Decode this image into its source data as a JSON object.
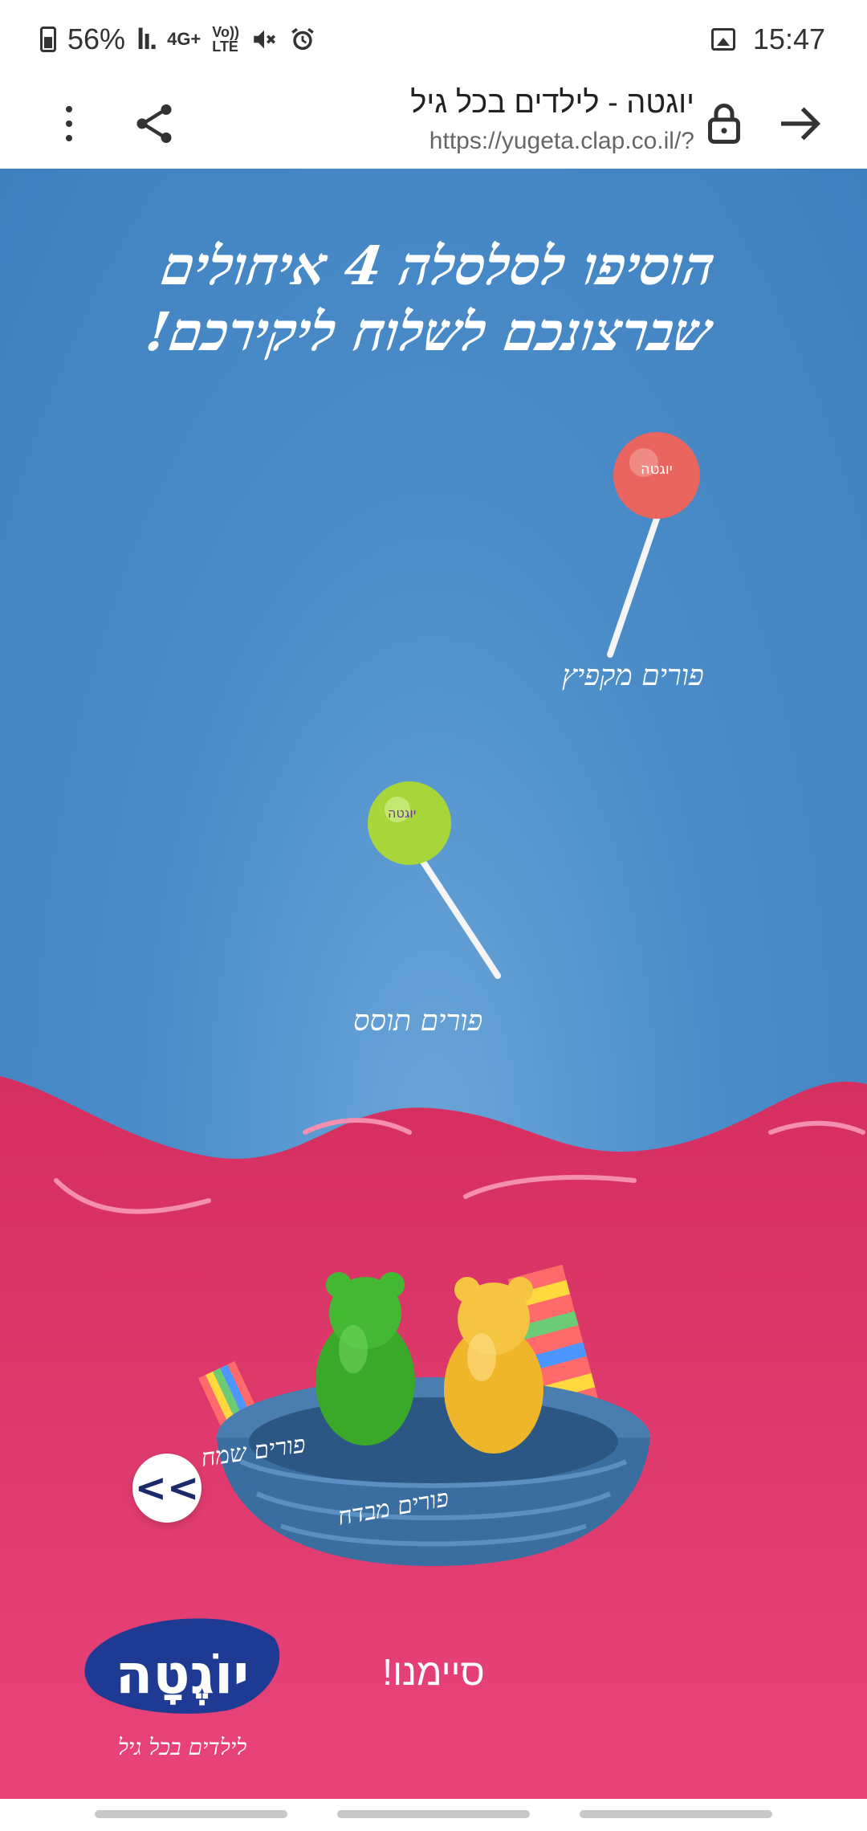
{
  "status_bar": {
    "battery": "56%",
    "network_type": "4G+",
    "volte": "Vo)) LTE",
    "time": "15:47"
  },
  "browser": {
    "title": "יוגטה - לילדים בכל גיל",
    "url": "https://yugeta.clap.co.il/?"
  },
  "page": {
    "headline_line1": "הוסיפו לסלסלה 4 איחולים",
    "headline_line2": "שברצונכם לשלוח ליקירכם!",
    "items": [
      {
        "label": "פורים מקפיץ",
        "color": "#e8665f"
      },
      {
        "label": "פורים תוסס",
        "color": "#a8d63a"
      }
    ],
    "basket_items": [
      {
        "label": "פורים שמח"
      },
      {
        "label": "פורים מבדח"
      }
    ],
    "next_label": "<<",
    "finish_label": "סיימנו!",
    "logo_text": "יוֹגֶטָה",
    "logo_slogan": "לילדים בכל גיל"
  },
  "colors": {
    "sky": "#4b8dc9",
    "pink": "#e0386a",
    "basket": "#3a6da0"
  }
}
